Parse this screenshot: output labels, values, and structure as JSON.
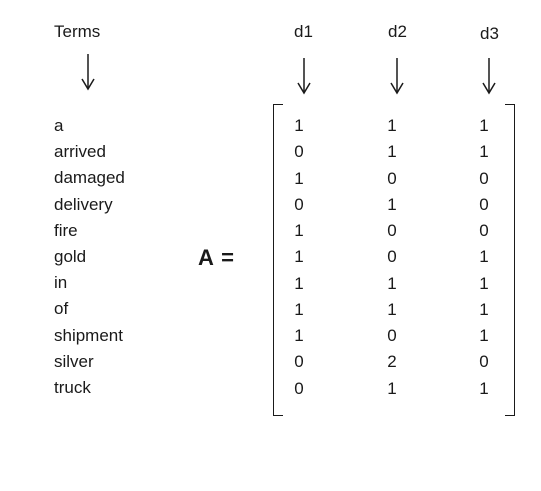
{
  "headers": {
    "terms": "Terms",
    "documents": [
      "d1",
      "d2",
      "d3"
    ]
  },
  "matrix_label": "A =",
  "terms": [
    "a",
    "arrived",
    "damaged",
    "delivery",
    "fire",
    "gold",
    "in",
    "of",
    "shipment",
    "silver",
    "truck"
  ],
  "matrix": [
    [
      "1",
      "1",
      "1"
    ],
    [
      "0",
      "1",
      "1"
    ],
    [
      "1",
      "0",
      "0"
    ],
    [
      "0",
      "1",
      "0"
    ],
    [
      "1",
      "0",
      "0"
    ],
    [
      "1",
      "0",
      "1"
    ],
    [
      "1",
      "1",
      "1"
    ],
    [
      "1",
      "1",
      "1"
    ],
    [
      "1",
      "0",
      "1"
    ],
    [
      "0",
      "2",
      "0"
    ],
    [
      "0",
      "1",
      "1"
    ]
  ]
}
